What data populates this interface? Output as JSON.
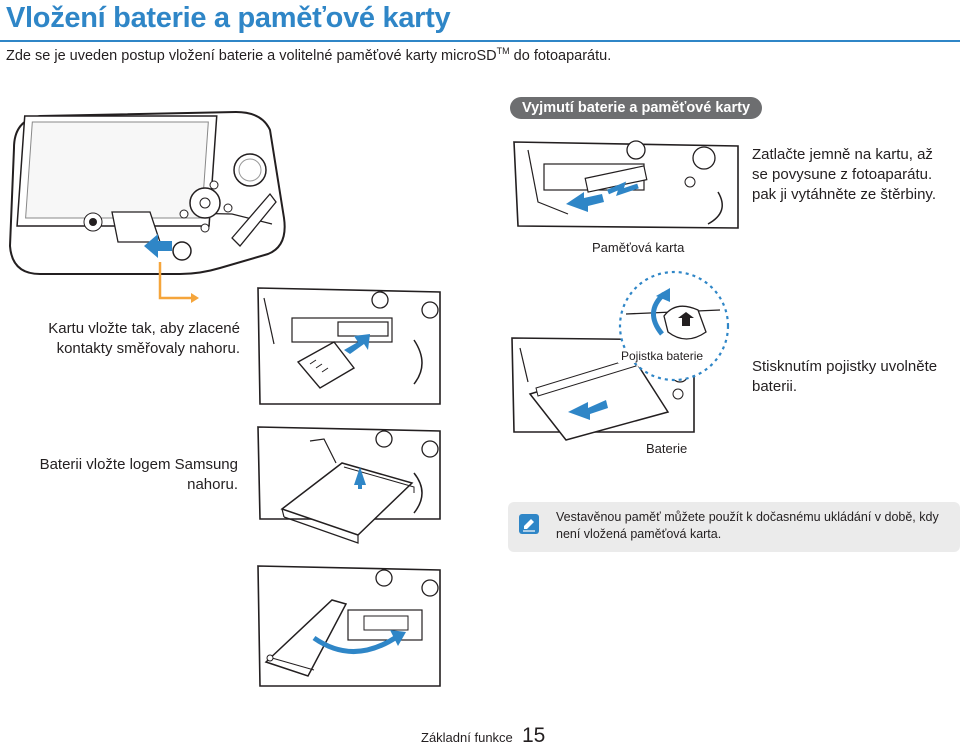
{
  "page": {
    "title": "Vložení baterie a paměťové karty",
    "subtitle_pre": "Zde se je uveden postup vložení baterie a volitelné paměťové karty microSD",
    "subtitle_tm": "TM",
    "subtitle_post": " do fotoaparátu."
  },
  "removal": {
    "heading": "Vyjmutí baterie a paměťové karty",
    "card_step": [
      "Zatlačte jemně na kartu, až",
      "se povysune z fotoaparátu.",
      "pak ji vytáhněte ze štěrbiny."
    ],
    "card_label": "Paměťová karta",
    "lock_label": "Pojistka baterie",
    "battery_step": [
      "Stisknutím pojistky uvolněte",
      "baterii."
    ],
    "battery_label": "Baterie"
  },
  "insert": {
    "card_step": [
      "Kartu vložte tak, aby zlacené",
      "kontakty směřovaly nahoru."
    ],
    "battery_step": [
      "Baterii vložte logem Samsung",
      "nahoru."
    ]
  },
  "note": {
    "icon": "pencil-note-icon",
    "text": [
      "Vestavěnou paměť můžete použít k dočasnému ukládání v době, kdy",
      "není vložená paměťová karta."
    ]
  },
  "footer": {
    "section": "Základní funkce",
    "page_number": "15"
  },
  "colors": {
    "accent": "#2f86c7",
    "orange": "#f5a53b",
    "pill": "#6d6e70",
    "note_bg": "#ebebeb"
  }
}
